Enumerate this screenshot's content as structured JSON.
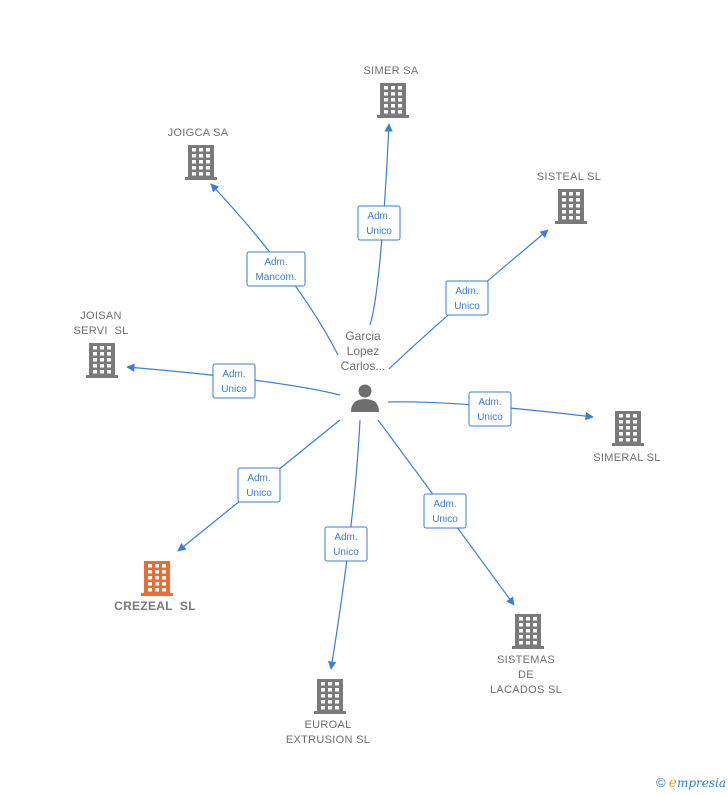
{
  "colors": {
    "edge": "#3a7fd5",
    "building": "#7a7a7a",
    "building_highlight": "#f06a35",
    "label": "#6f6f6f"
  },
  "person": {
    "name_lines": [
      "Garcia",
      "Lopez",
      "Carlos..."
    ],
    "icon": "person-icon"
  },
  "companies": [
    {
      "id": "simer",
      "lines": [
        "SIMER SA"
      ],
      "icon": "building-icon",
      "highlight": false
    },
    {
      "id": "joigca",
      "lines": [
        "JOIGCA SA"
      ],
      "icon": "building-icon",
      "highlight": false
    },
    {
      "id": "sisteal",
      "lines": [
        "SISTEAL SL"
      ],
      "icon": "building-icon",
      "highlight": false
    },
    {
      "id": "joisan",
      "lines": [
        "JOISAN",
        "SERVI  SL"
      ],
      "icon": "building-icon",
      "highlight": false
    },
    {
      "id": "simeral",
      "lines": [
        "SIMERAL SL"
      ],
      "icon": "building-icon",
      "highlight": false
    },
    {
      "id": "crezeal",
      "lines": [
        "CREZEAL  SL"
      ],
      "icon": "building-icon",
      "highlight": true
    },
    {
      "id": "sistemas",
      "lines": [
        "SISTEMAS",
        "DE",
        "LACADOS SL"
      ],
      "icon": "building-icon",
      "highlight": false
    },
    {
      "id": "euroal",
      "lines": [
        "EUROAL",
        "EXTRUSION SL"
      ],
      "icon": "building-icon",
      "highlight": false
    }
  ],
  "relations": [
    {
      "to": "simer",
      "lines": [
        "Adm.",
        "Unico"
      ]
    },
    {
      "to": "joigca",
      "lines": [
        "Adm.",
        "Mancom."
      ]
    },
    {
      "to": "sisteal",
      "lines": [
        "Adm.",
        "Unico"
      ]
    },
    {
      "to": "joisan",
      "lines": [
        "Adm.",
        "Unico"
      ]
    },
    {
      "to": "simeral",
      "lines": [
        "Adm.",
        "Unico"
      ]
    },
    {
      "to": "crezeal",
      "lines": [
        "Adm.",
        "Unico"
      ]
    },
    {
      "to": "sistemas",
      "lines": [
        "Adm.",
        "Unico"
      ]
    },
    {
      "to": "euroal",
      "lines": [
        "Adm.",
        "Unico"
      ]
    }
  ],
  "brand": {
    "copyright": "©",
    "first_letter": "e",
    "rest": "mpresia"
  }
}
